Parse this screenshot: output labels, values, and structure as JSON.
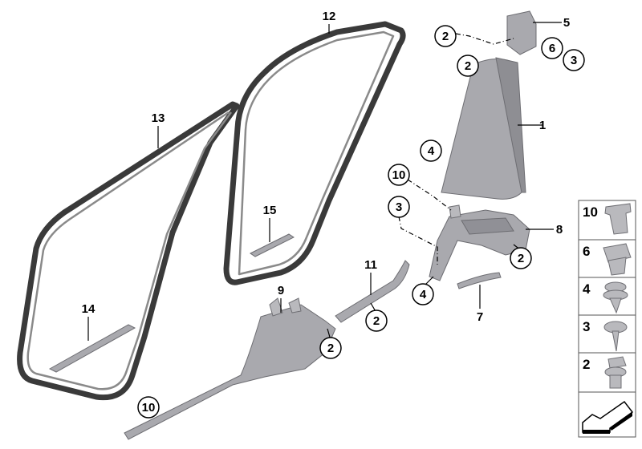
{
  "callouts": [
    {
      "id": "12",
      "circled": false
    },
    {
      "id": "13",
      "circled": false
    },
    {
      "id": "5",
      "circled": false
    },
    {
      "id": "2",
      "circled": true
    },
    {
      "id": "6",
      "circled": true
    },
    {
      "id": "3",
      "circled": true
    },
    {
      "id": "2",
      "circled": true
    },
    {
      "id": "1",
      "circled": false
    },
    {
      "id": "4",
      "circled": true
    },
    {
      "id": "10",
      "circled": true
    },
    {
      "id": "15",
      "circled": false
    },
    {
      "id": "3",
      "circled": true
    },
    {
      "id": "8",
      "circled": false
    },
    {
      "id": "2",
      "circled": true
    },
    {
      "id": "11",
      "circled": false
    },
    {
      "id": "9",
      "circled": false
    },
    {
      "id": "4",
      "circled": true
    },
    {
      "id": "7",
      "circled": false
    },
    {
      "id": "14",
      "circled": false
    },
    {
      "id": "2",
      "circled": true
    },
    {
      "id": "2",
      "circled": true
    },
    {
      "id": "10",
      "circled": true
    }
  ],
  "fastener_panel": [
    {
      "id": "10",
      "icon": "clip-icon"
    },
    {
      "id": "6",
      "icon": "square-nut-icon"
    },
    {
      "id": "4",
      "icon": "push-rivet-icon"
    },
    {
      "id": "3",
      "icon": "screw-icon"
    },
    {
      "id": "2",
      "icon": "expanding-nut-icon"
    },
    {
      "id": "",
      "icon": "arrow-icon"
    }
  ]
}
